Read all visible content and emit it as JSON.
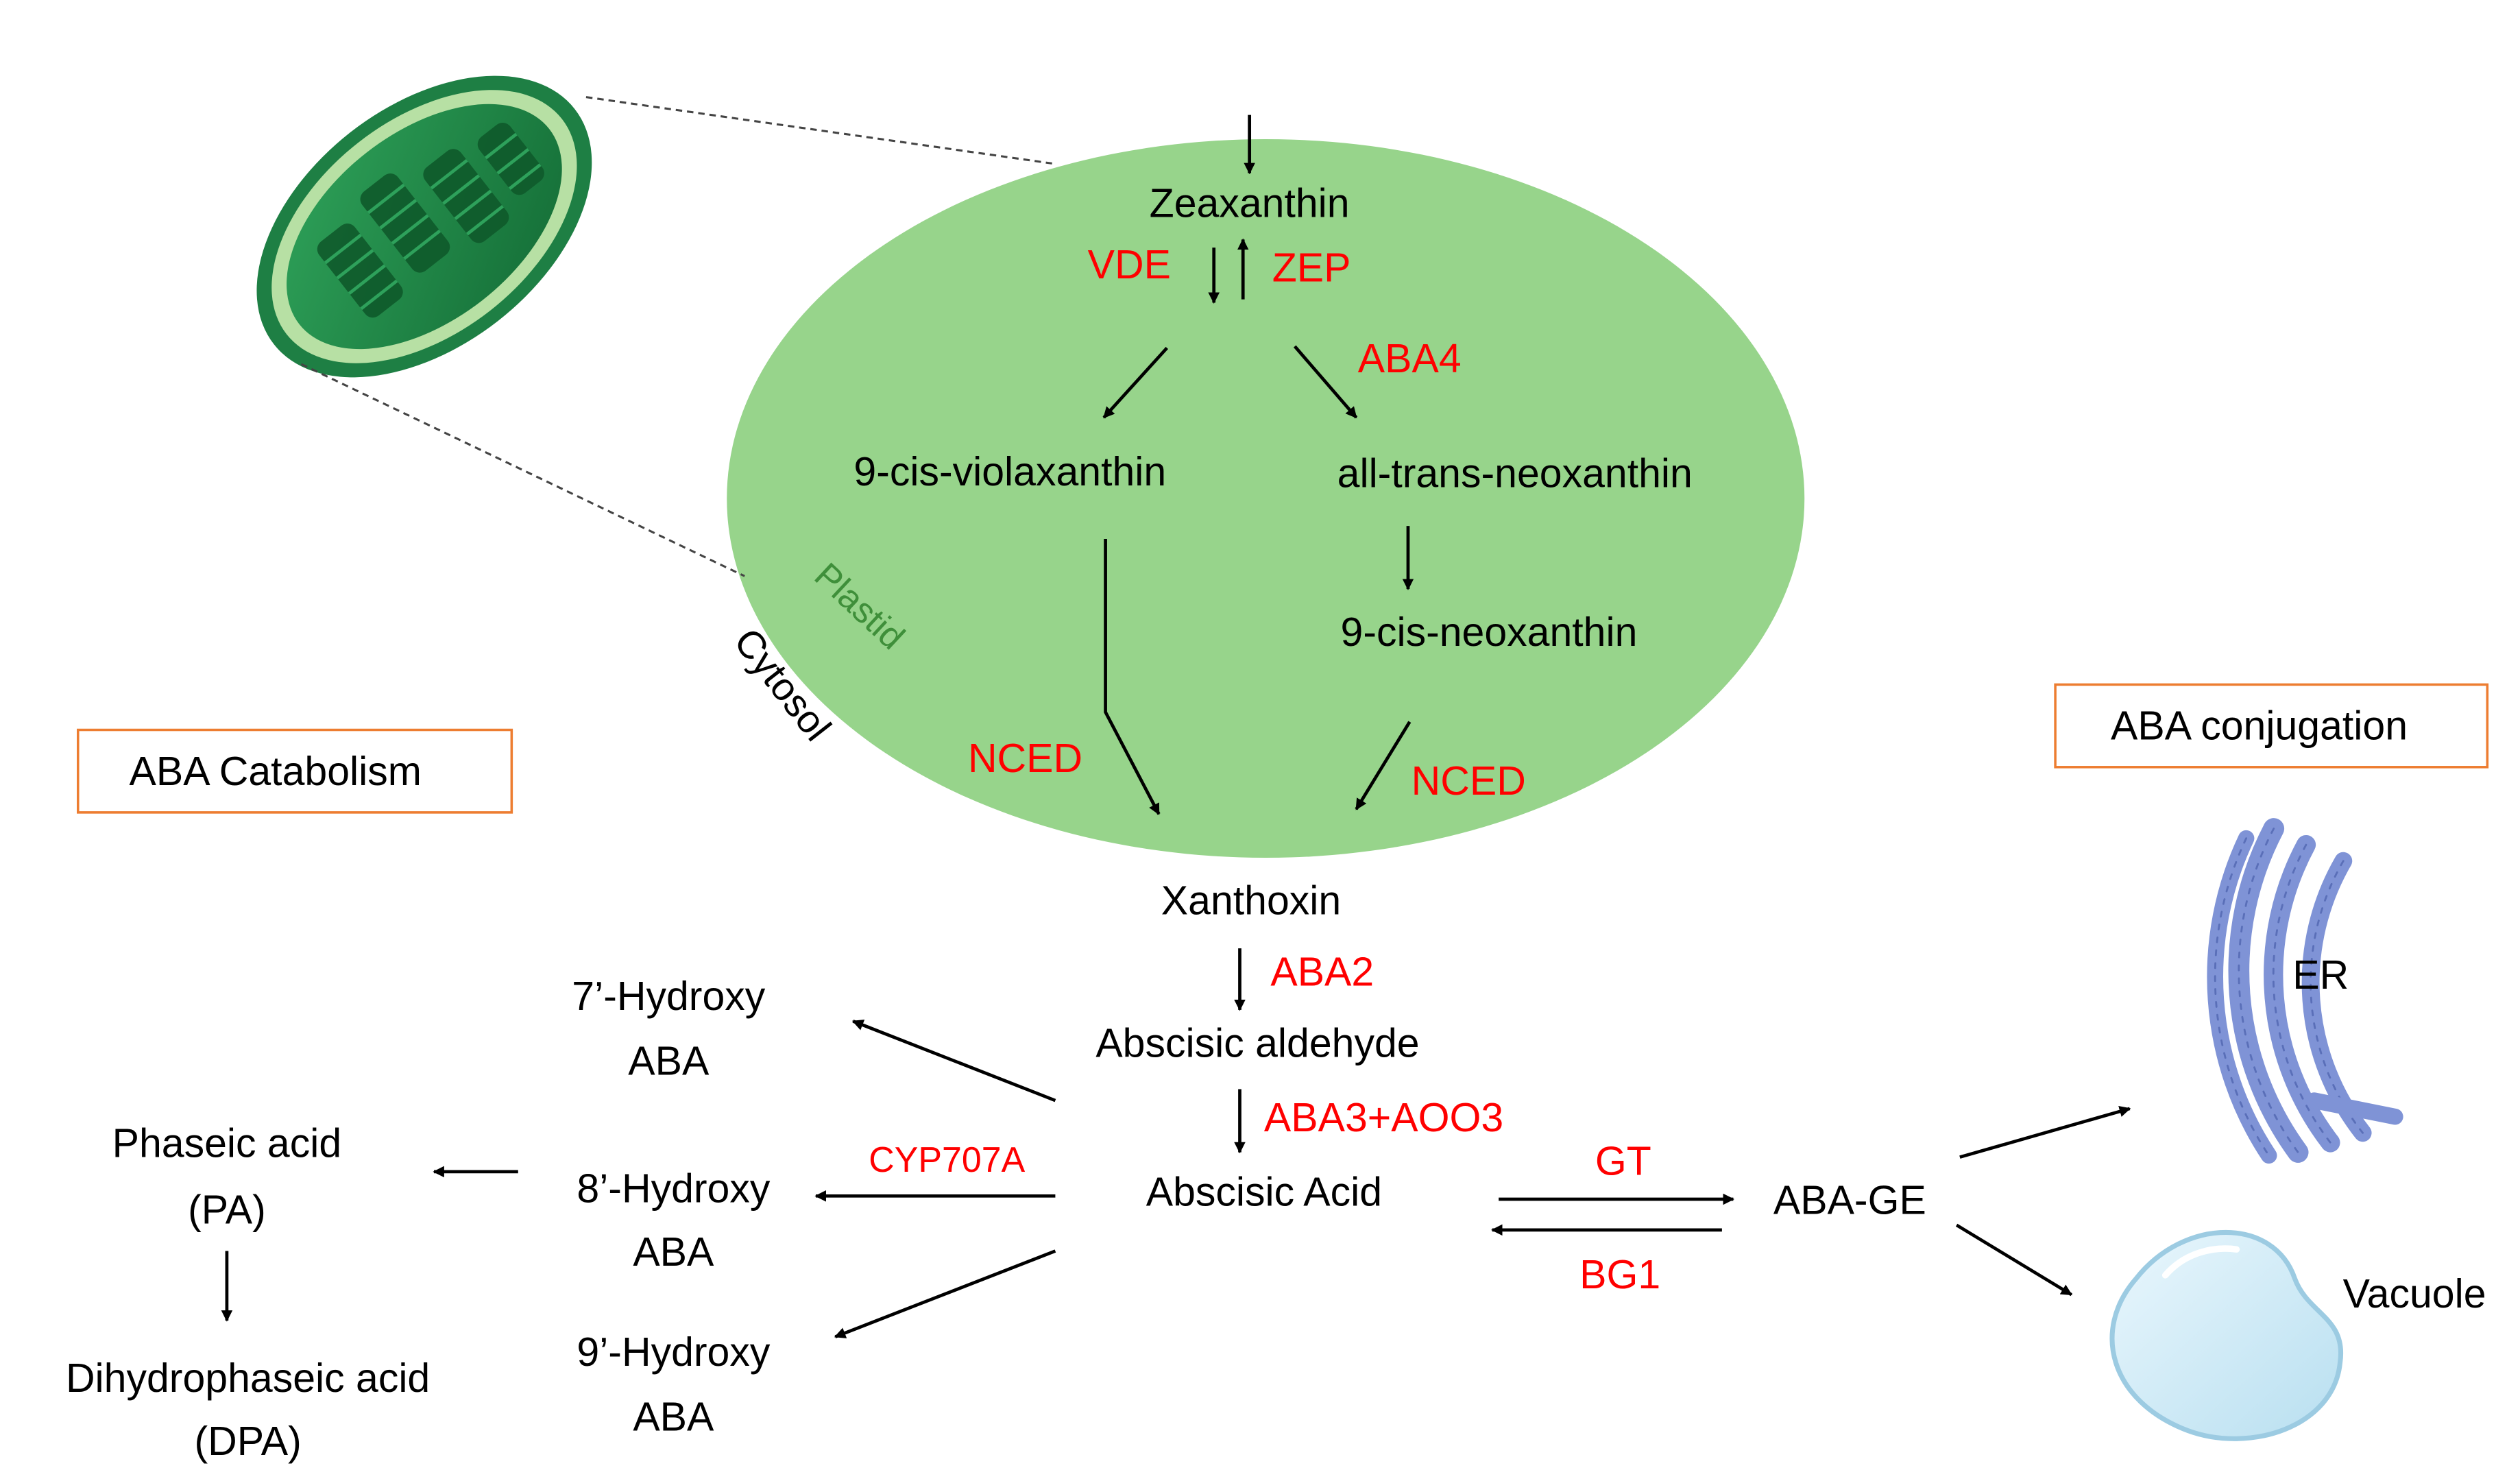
{
  "compartments": {
    "plastid": "Plastid",
    "cytosol": "Cytosol"
  },
  "boxes": {
    "catabolism": "ABA Catabolism",
    "conjugation": "ABA conjugation"
  },
  "compounds": {
    "zeaxanthin": "Zeaxanthin",
    "violaxanthin": "9-cis-violaxanthin",
    "trans_neoxanthin": "all-trans-neoxanthin",
    "cis_neoxanthin": "9-cis-neoxanthin",
    "xanthoxin": "Xanthoxin",
    "abscisic_aldehyde": "Abscisic aldehyde",
    "abscisic_acid": "Abscisic Acid",
    "aba_ge": "ABA-GE",
    "hydroxy7_line1": "7’-Hydroxy",
    "hydroxy7_line2": "ABA",
    "hydroxy8_line1": "8’-Hydroxy",
    "hydroxy8_line2": "ABA",
    "hydroxy9_line1": "9’-Hydroxy",
    "hydroxy9_line2": "ABA",
    "pa_line1": "Phaseic acid",
    "pa_line2": "(PA)",
    "dpa_line1": "Dihydrophaseic acid",
    "dpa_line2": "(DPA)"
  },
  "enzymes": {
    "vde": "VDE",
    "zep": "ZEP",
    "aba4": "ABA4",
    "nced_left": "NCED",
    "nced_right": "NCED",
    "aba2": "ABA2",
    "aba3_aoo3": "ABA3+AOO3",
    "cyp707a": "CYP707A",
    "gt": "GT",
    "bg1": "BG1"
  },
  "organelles": {
    "er": "ER",
    "vacuole": "Vacuole"
  },
  "colors": {
    "enzyme": "#ff0000",
    "plastid_fill": "#97d48b",
    "plastid_label": "#3f8f3a",
    "box_border": "#ed7d31",
    "er": "#7f93d6",
    "vacuole": "#cfe9f6",
    "chloroplast": "#1f8c4a"
  }
}
